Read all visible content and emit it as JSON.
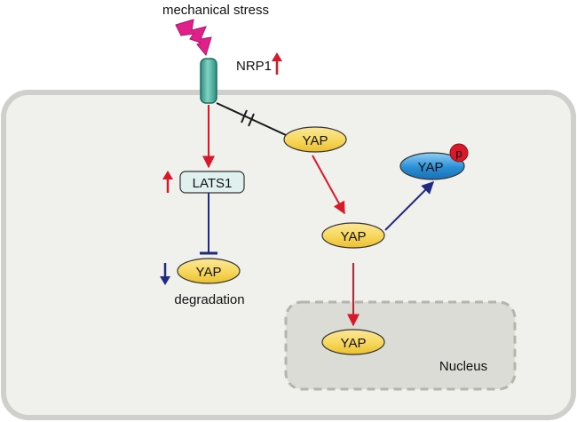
{
  "stimulus": {
    "label": "mechanical stress"
  },
  "receptor": {
    "label": "NRP1",
    "trend": "up"
  },
  "kinase": {
    "label": "LATS1",
    "trend": "up"
  },
  "yap_cytoplasm_top": {
    "label": "YAP"
  },
  "yap_cytoplasm_mid": {
    "label": "YAP"
  },
  "yap_degraded": {
    "label": "YAP",
    "trend": "down",
    "caption": "degradation"
  },
  "yap_phospho": {
    "label": "YAP",
    "phospho_mark": "p"
  },
  "yap_nuclear": {
    "label": "YAP"
  },
  "nucleus": {
    "label": "Nucleus"
  },
  "colors": {
    "activation_arrow": "#d7192a",
    "inhibition_arrow": "#1f2a80",
    "yap_fill": "#f7d75a",
    "phospho_yap_fill": "#2a8fd6",
    "receptor_fill": "#4fb3a3",
    "lats_fill": "#dff0ee",
    "cell_fill": "#f0f0ed",
    "cell_border": "#cfd0cc",
    "nucleus_fill": "#dcdcd7",
    "nucleus_border": "#b5b5ae",
    "lightning": "#e0218a"
  }
}
